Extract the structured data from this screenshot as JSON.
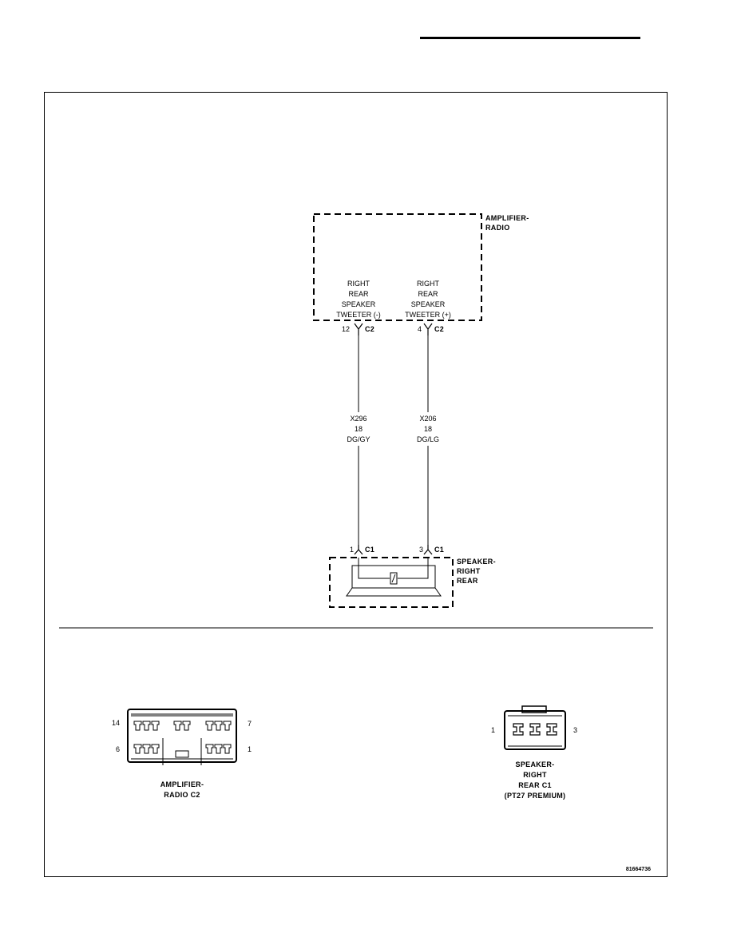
{
  "modules": {
    "amplifier": {
      "name_line1": "AMPLIFIER-",
      "name_line2": "RADIO"
    },
    "speaker": {
      "name_line1": "SPEAKER-",
      "name_line2": "RIGHT",
      "name_line3": "REAR"
    }
  },
  "amplifier_pins": [
    {
      "l1": "RIGHT",
      "l2": "REAR",
      "l3": "SPEAKER",
      "l4": "TWEETER (-)",
      "pin": "12",
      "connector": "C2"
    },
    {
      "l1": "RIGHT",
      "l2": "REAR",
      "l3": "SPEAKER",
      "l4": "TWEETER (+)",
      "pin": "4",
      "connector": "C2"
    }
  ],
  "wires": [
    {
      "circuit": "X296",
      "gauge": "18",
      "color": "DG/GY"
    },
    {
      "circuit": "X206",
      "gauge": "18",
      "color": "DG/LG"
    }
  ],
  "speaker_pins": [
    {
      "pin": "1",
      "connector": "C1"
    },
    {
      "pin": "3",
      "connector": "C1"
    }
  ],
  "connector_views": {
    "amplifier_c2": {
      "pin_top_left": "14",
      "pin_top_right": "7",
      "pin_bottom_left": "6",
      "pin_bottom_right": "1",
      "caption_line1": "AMPLIFIER-",
      "caption_line2": "RADIO C2"
    },
    "speaker_c1": {
      "pin_left": "1",
      "pin_right": "3",
      "caption_line1": "SPEAKER-",
      "caption_line2": "RIGHT",
      "caption_line3": "REAR C1",
      "caption_line4": "(PT27 PREMIUM)"
    }
  },
  "figure_id": "81664736"
}
